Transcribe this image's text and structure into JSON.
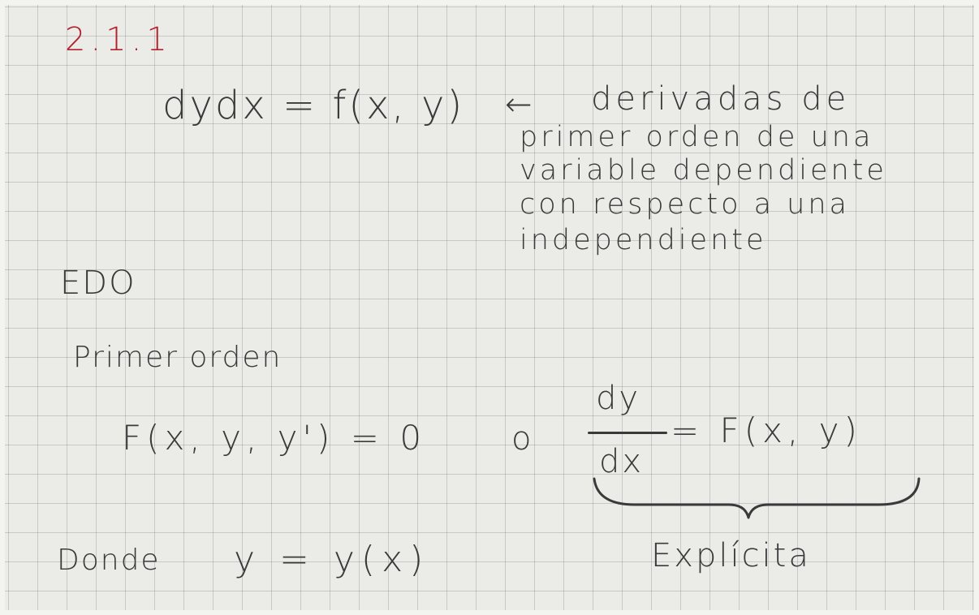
{
  "notes": {
    "section_number": "2.1.1",
    "definition_equation": "dydx = f(x, y)",
    "arrow": "←",
    "definition_lines": [
      "derivadas de",
      "primer orden de una",
      "variable dependiente",
      "con respecto a una",
      "independiente"
    ],
    "heading": "EDO",
    "subheading": "Primer orden",
    "implicit_equation": "F(x, y, y') = 0",
    "connector": "o",
    "fraction_numerator": "dy",
    "fraction_denominator": "dx",
    "explicit_rhs": "= F(x, y)",
    "where_label": "Donde",
    "where_equation": "y = y(x)",
    "brace_label": "Explícita"
  },
  "colors": {
    "ink": "#3a3a3a",
    "red_ink": "#b3222c",
    "paper": "#ebebe8",
    "grid": "#9a9a9a"
  }
}
